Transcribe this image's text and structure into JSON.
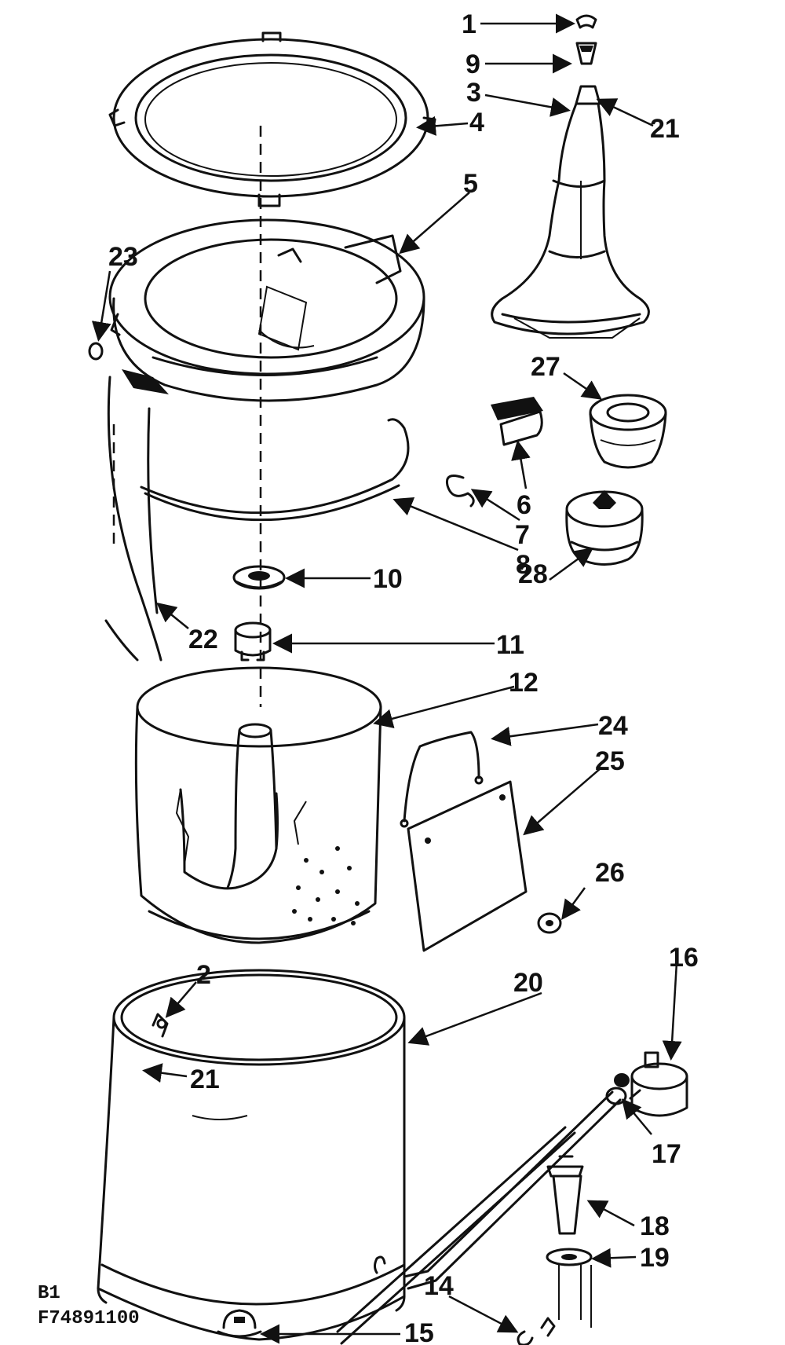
{
  "figure_id": "F74891100",
  "section_label": "B1",
  "callouts": {
    "c1": "1",
    "c9": "9",
    "c3": "3",
    "c21a": "21",
    "c4": "4",
    "c5": "5",
    "c23": "23",
    "c27": "27",
    "c6": "6",
    "c7": "7",
    "c8": "8",
    "c10": "10",
    "c28": "28",
    "c22": "22",
    "c11": "11",
    "c12": "12",
    "c24": "24",
    "c25": "25",
    "c26": "26",
    "c16": "16",
    "c20": "20",
    "c2": "2",
    "c21b": "21",
    "c17": "17",
    "c18": "18",
    "c19": "19",
    "c14": "14",
    "c15": "15"
  }
}
